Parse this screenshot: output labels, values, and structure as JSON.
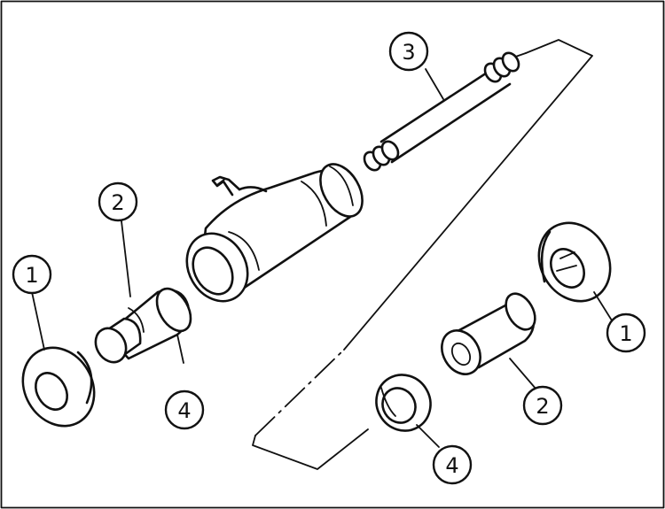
{
  "callouts": {
    "left_cup": "1",
    "left_piston": "2",
    "spring": "3",
    "left_seal": "4",
    "right_cup": "1",
    "right_piston": "2",
    "right_seal": "4"
  }
}
